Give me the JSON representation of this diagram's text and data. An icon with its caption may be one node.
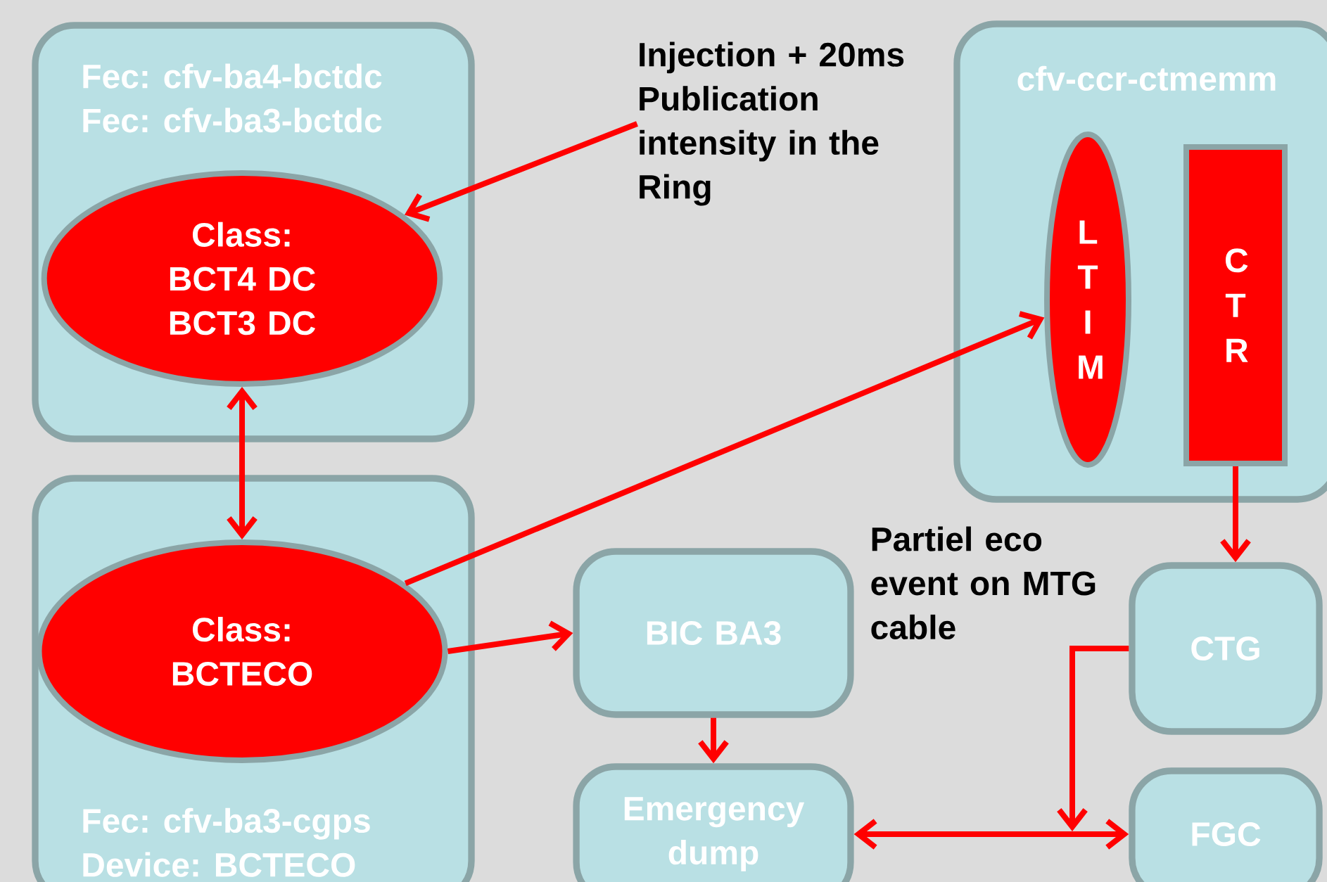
{
  "diagram": {
    "nodes": [
      {
        "text": [
          "Fec: cfv-ba4-bctdc",
          "Fec: cfv-ba3-bctdc"
        ]
      },
      {
        "text": [
          "Class:",
          "BCT4 DC",
          "BCT3 DC"
        ],
        "in": 0
      },
      {
        "text": [
          "Fec: cfv-ba3-cgps",
          "Device: BCTECO"
        ]
      },
      {
        "text": [
          "Class:",
          "BCTECO"
        ],
        "in": 2
      },
      {
        "text": [
          "Injection + 20ms Publication intensity in the Ring"
        ]
      },
      {
        "text": [
          "cfv-ccr-ctmemm"
        ]
      },
      {
        "text": [
          "L T I M"
        ],
        "in": 5
      },
      {
        "text": [
          "C T R"
        ],
        "in": 5
      },
      {
        "text": [
          "BIC BA3"
        ]
      },
      {
        "text": [
          "CTG"
        ]
      },
      {
        "text": [
          "Emergency dump"
        ]
      },
      {
        "text": [
          "FGC"
        ]
      }
    ],
    "edges": [
      {
        "from": 4,
        "to": 1,
        "arrow": "to"
      },
      {
        "from": 1,
        "to": 3,
        "arrow": "both"
      },
      {
        "from": 3,
        "to": 6,
        "arrow": "to"
      },
      {
        "from": 3,
        "to": 8,
        "arrow": "to"
      },
      {
        "from": 7,
        "to": 9,
        "arrow": "to"
      },
      {
        "from": 8,
        "to": 10,
        "arrow": "to"
      },
      {
        "from": 10,
        "to": 11,
        "arrow": "both"
      },
      {
        "from": 9,
        "to": null,
        "arrow": "to"
      }
    ],
    "labels": [
      "Partiel eco event on MTG cable"
    ]
  }
}
